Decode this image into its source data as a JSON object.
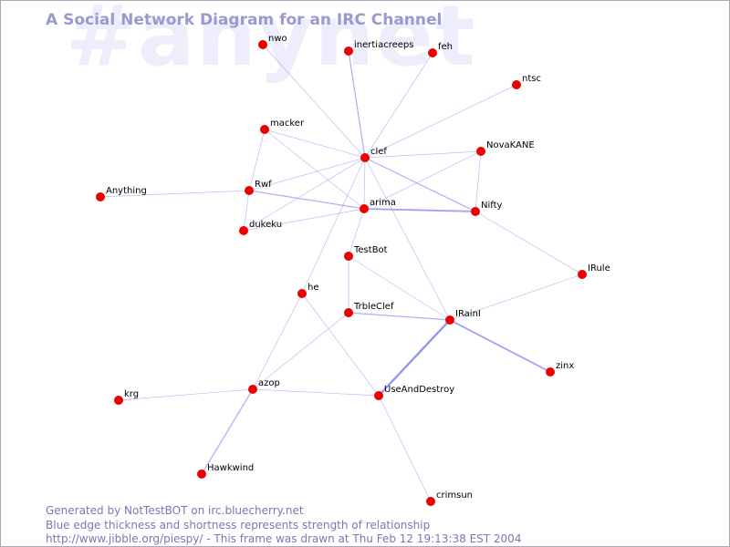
{
  "watermark": "#anynet",
  "title": "A Social Network Diagram for an IRC Channel",
  "footer": {
    "line1": "Generated by NotTestBOT on irc.bluecherry.net",
    "line2": "Blue edge thickness and shortness represents strength of relationship",
    "line3": "http://www.jibble.org/piespy/ - This frame was drawn at Thu Feb 12 19:13:38 EST 2004"
  },
  "colors": {
    "node": "#ee0000",
    "edge": "#8b8bf0",
    "title": "#9a9ad0",
    "footer": "#7878b8",
    "watermark": "#ededfb"
  },
  "nodes": [
    {
      "id": "nwo",
      "label": "nwo"
    },
    {
      "id": "inertiacreeps",
      "label": "inertiacreeps"
    },
    {
      "id": "feh",
      "label": "feh"
    },
    {
      "id": "ntsc",
      "label": "ntsc"
    },
    {
      "id": "macker",
      "label": "macker"
    },
    {
      "id": "clef",
      "label": "clef"
    },
    {
      "id": "NovaKANE",
      "label": "NovaKANE"
    },
    {
      "id": "Anything",
      "label": "Anything"
    },
    {
      "id": "Rwf",
      "label": "Rwf"
    },
    {
      "id": "arima",
      "label": "arima"
    },
    {
      "id": "Nifty",
      "label": "Nifty"
    },
    {
      "id": "dukeku",
      "label": "dukeku"
    },
    {
      "id": "TestBot",
      "label": "TestBot"
    },
    {
      "id": "IRule",
      "label": "IRule"
    },
    {
      "id": "he",
      "label": "he"
    },
    {
      "id": "TrbleClef",
      "label": "TrbleClef"
    },
    {
      "id": "IRainI",
      "label": "IRainI"
    },
    {
      "id": "zinx",
      "label": "zinx"
    },
    {
      "id": "krg",
      "label": "krg"
    },
    {
      "id": "azop",
      "label": "azop"
    },
    {
      "id": "UseAndDestroy",
      "label": "UseAndDestroy"
    },
    {
      "id": "Hawkwind",
      "label": "Hawkwind"
    },
    {
      "id": "crimsun",
      "label": "crimsun"
    }
  ],
  "edges": [
    {
      "from": "clef",
      "to": "nwo",
      "strength": 1
    },
    {
      "from": "clef",
      "to": "inertiacreeps",
      "strength": 2
    },
    {
      "from": "clef",
      "to": "feh",
      "strength": 1
    },
    {
      "from": "clef",
      "to": "ntsc",
      "strength": 1
    },
    {
      "from": "clef",
      "to": "macker",
      "strength": 1
    },
    {
      "from": "clef",
      "to": "NovaKANE",
      "strength": 1
    },
    {
      "from": "clef",
      "to": "Rwf",
      "strength": 1
    },
    {
      "from": "clef",
      "to": "dukeku",
      "strength": 1
    },
    {
      "from": "clef",
      "to": "Nifty",
      "strength": 2
    },
    {
      "from": "clef",
      "to": "he",
      "strength": 1
    },
    {
      "from": "clef",
      "to": "arima",
      "strength": 1
    },
    {
      "from": "clef",
      "to": "IRainI",
      "strength": 1
    },
    {
      "from": "macker",
      "to": "arima",
      "strength": 1
    },
    {
      "from": "macker",
      "to": "Rwf",
      "strength": 1
    },
    {
      "from": "Rwf",
      "to": "Anything",
      "strength": 1
    },
    {
      "from": "Rwf",
      "to": "arima",
      "strength": 2
    },
    {
      "from": "Rwf",
      "to": "dukeku",
      "strength": 1
    },
    {
      "from": "arima",
      "to": "Nifty",
      "strength": 3
    },
    {
      "from": "arima",
      "to": "NovaKANE",
      "strength": 1
    },
    {
      "from": "arima",
      "to": "dukeku",
      "strength": 1
    },
    {
      "from": "arima",
      "to": "TestBot",
      "strength": 1
    },
    {
      "from": "NovaKANE",
      "to": "Nifty",
      "strength": 1
    },
    {
      "from": "Nifty",
      "to": "IRule",
      "strength": 1
    },
    {
      "from": "TestBot",
      "to": "TrbleClef",
      "strength": 1
    },
    {
      "from": "TestBot",
      "to": "IRainI",
      "strength": 1
    },
    {
      "from": "TrbleClef",
      "to": "IRainI",
      "strength": 2
    },
    {
      "from": "TrbleClef",
      "to": "azop",
      "strength": 1
    },
    {
      "from": "IRainI",
      "to": "IRule",
      "strength": 1
    },
    {
      "from": "IRainI",
      "to": "zinx",
      "strength": 3
    },
    {
      "from": "IRainI",
      "to": "UseAndDestroy",
      "strength": 4
    },
    {
      "from": "he",
      "to": "azop",
      "strength": 1
    },
    {
      "from": "he",
      "to": "UseAndDestroy",
      "strength": 1
    },
    {
      "from": "azop",
      "to": "krg",
      "strength": 1
    },
    {
      "from": "azop",
      "to": "Hawkwind",
      "strength": 2
    },
    {
      "from": "azop",
      "to": "UseAndDestroy",
      "strength": 1
    },
    {
      "from": "UseAndDestroy",
      "to": "crimsun",
      "strength": 1
    }
  ]
}
